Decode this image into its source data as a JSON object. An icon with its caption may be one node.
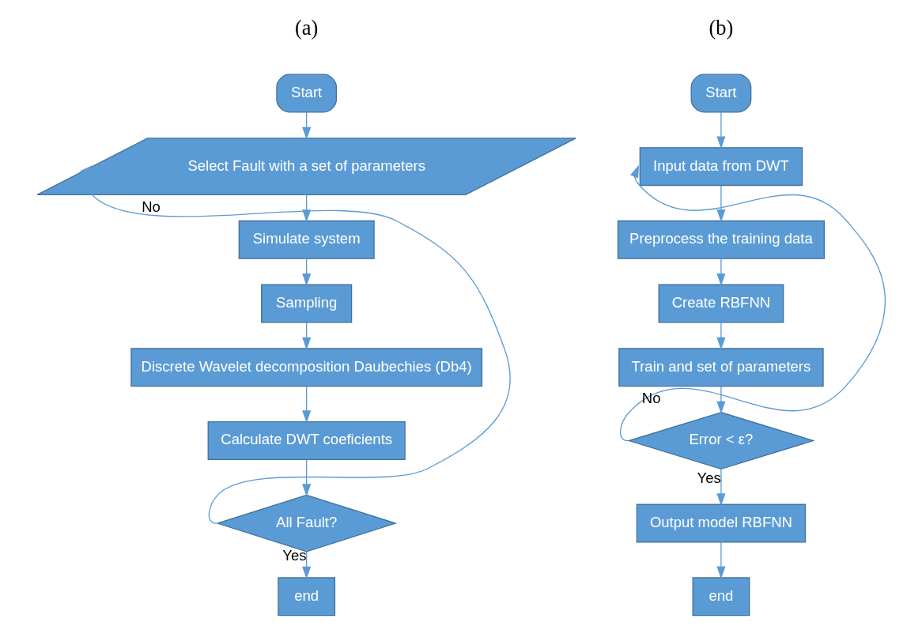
{
  "diagram": {
    "nodes": [
      {
        "text": [
          "Start"
        ]
      },
      {
        "text": [
          "Select Fault with a set of parameters"
        ]
      },
      {
        "text": [
          "Simulate system"
        ]
      },
      {
        "text": [
          "Sampling"
        ]
      },
      {
        "text": [
          "Discrete Wavelet decomposition Daubechies (Db4)"
        ]
      },
      {
        "text": [
          "Calculate DWT coeficients"
        ]
      },
      {
        "text": [
          "All Fault?"
        ]
      },
      {
        "text": [
          "end"
        ]
      },
      {
        "text": [
          "Start"
        ]
      },
      {
        "text": [
          "Input data from DWT"
        ]
      },
      {
        "text": [
          "Preprocess the training data"
        ]
      },
      {
        "text": [
          "Create RBFNN"
        ]
      },
      {
        "text": [
          "Train and set of parameters"
        ]
      },
      {
        "text": [
          "Error < ε?"
        ]
      },
      {
        "text": [
          "Output model RBFNN"
        ]
      },
      {
        "text": [
          "end"
        ]
      }
    ],
    "edges": [
      {
        "from": 0,
        "to": 1,
        "arrow": "to"
      },
      {
        "from": 1,
        "to": 2,
        "arrow": "to"
      },
      {
        "from": 2,
        "to": 3,
        "arrow": "to"
      },
      {
        "from": 3,
        "to": 4,
        "arrow": "to"
      },
      {
        "from": 4,
        "to": 5,
        "arrow": "to"
      },
      {
        "from": 5,
        "to": 6,
        "arrow": "to"
      },
      {
        "from": 6,
        "to": 7,
        "arrow": "to",
        "label": "Yes"
      },
      {
        "from": 6,
        "to": 1,
        "arrow": "to",
        "label": "No"
      },
      {
        "from": 8,
        "to": 9,
        "arrow": "to"
      },
      {
        "from": 9,
        "to": 10,
        "arrow": "to"
      },
      {
        "from": 10,
        "to": 11,
        "arrow": "to"
      },
      {
        "from": 11,
        "to": 12,
        "arrow": "to"
      },
      {
        "from": 12,
        "to": 13,
        "arrow": "to"
      },
      {
        "from": 13,
        "to": 14,
        "arrow": "to",
        "label": "Yes"
      },
      {
        "from": 13,
        "to": 9,
        "arrow": "to",
        "label": "No"
      },
      {
        "from": 14,
        "to": 15,
        "arrow": "to"
      }
    ],
    "labels": [
      "(a)",
      "(b)"
    ]
  }
}
